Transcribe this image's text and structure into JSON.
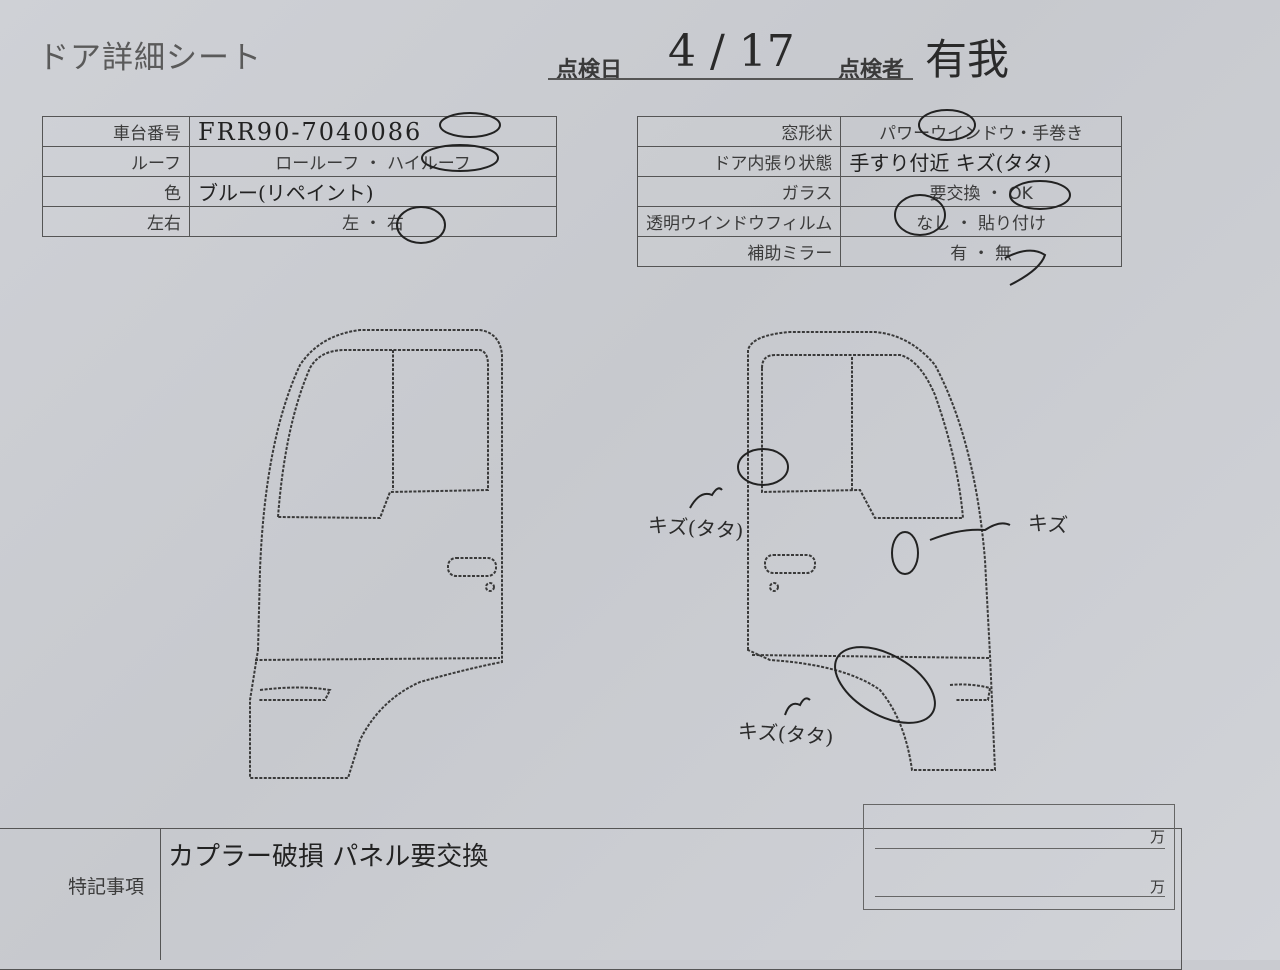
{
  "header": {
    "sheet_title": "ドア詳細シート",
    "inspection_date_label": "点検日",
    "inspection_date_value": "4 / 17",
    "inspector_label": "点検者",
    "inspector_value": "有我"
  },
  "left_table": [
    {
      "key": "車台番号",
      "value": "FRR90-7040086"
    },
    {
      "key": "ルーフ",
      "value": "ロールーフ ・ ハイルーフ"
    },
    {
      "key": "色",
      "value": "ブルー(リペイント)"
    },
    {
      "key": "左右",
      "value": "左 ・ 右"
    }
  ],
  "right_table": [
    {
      "key": "窓形状",
      "value": "パワーウインドウ・手巻き"
    },
    {
      "key": "ドア内張り状態",
      "value": "手すり付近 キズ(タタ)"
    },
    {
      "key": "ガラス",
      "value": "要交換 ・ OK"
    },
    {
      "key": "透明ウインドウフィルム",
      "value": "なし ・ 貼り付け"
    },
    {
      "key": "補助ミラー",
      "value": "有 ・ 無"
    }
  ],
  "annotations": {
    "window_scratch": "キズ(タタ)",
    "panel_scratch": "キズ",
    "lower_scratch": "キズ(タタ)"
  },
  "remarks": {
    "label": "特記事項",
    "text": "カプラー破損 パネル要交換"
  },
  "price_box": {
    "unit_1": "万",
    "unit_2": "万"
  }
}
